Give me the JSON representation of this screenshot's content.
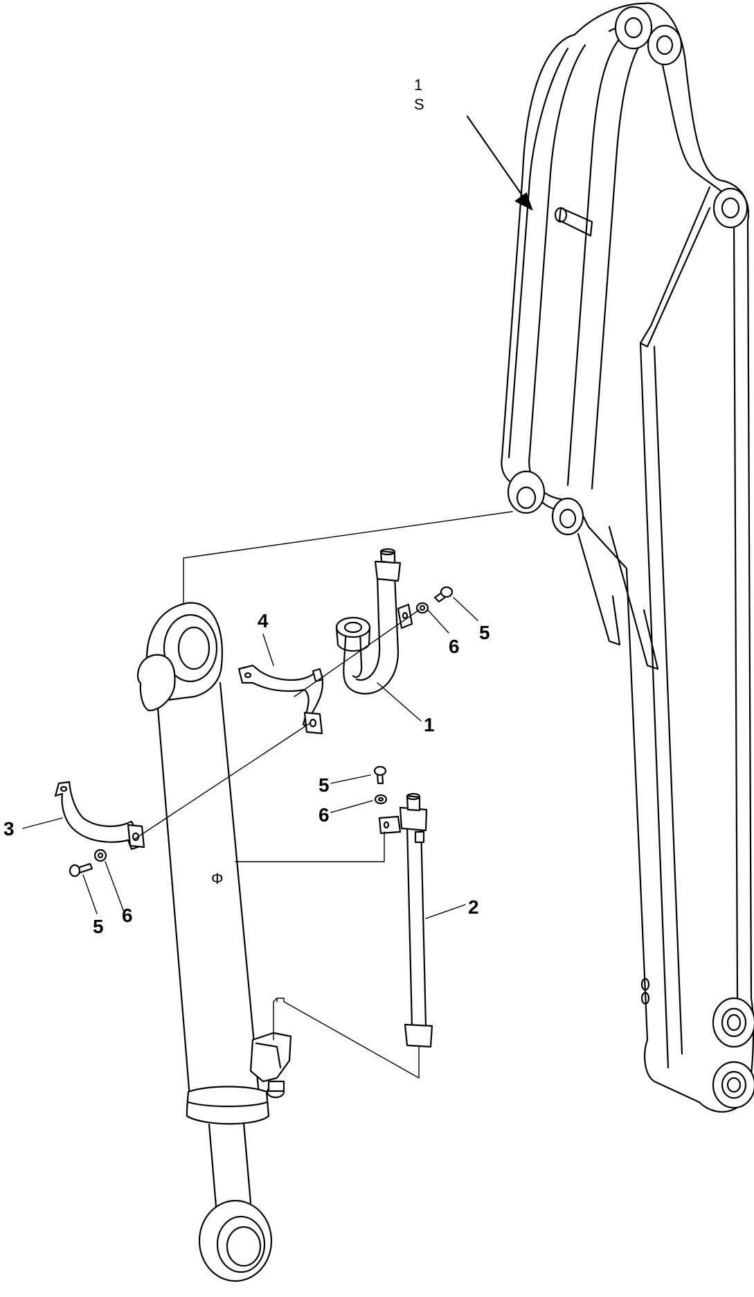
{
  "callouts": {
    "c1": "1",
    "c2": "2",
    "c3": "3",
    "c4": "4",
    "c5a": "5",
    "c5b": "5",
    "c5c": "5",
    "c6a": "6",
    "c6b": "6",
    "c6c": "6",
    "top_a": "1",
    "top_b": "S",
    "side": "Φ"
  }
}
